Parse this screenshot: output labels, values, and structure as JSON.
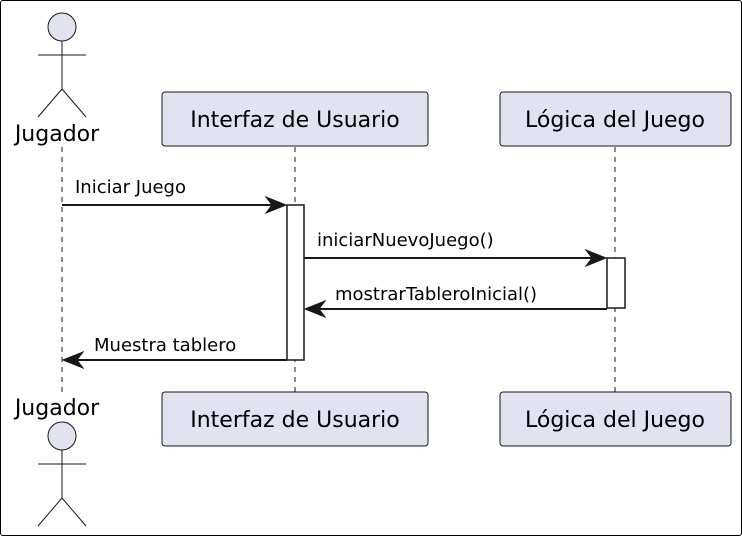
{
  "actors": {
    "player": "Jugador"
  },
  "participants": {
    "ui": "Interfaz de Usuario",
    "logic": "Lógica del Juego"
  },
  "messages": {
    "m1": "Iniciar Juego",
    "m2": "iniciarNuevoJuego()",
    "m3": "mostrarTableroInicial()",
    "m4": "Muestra tablero"
  },
  "colors": {
    "participant_fill": "#E2E2F0",
    "line": "#181818"
  }
}
